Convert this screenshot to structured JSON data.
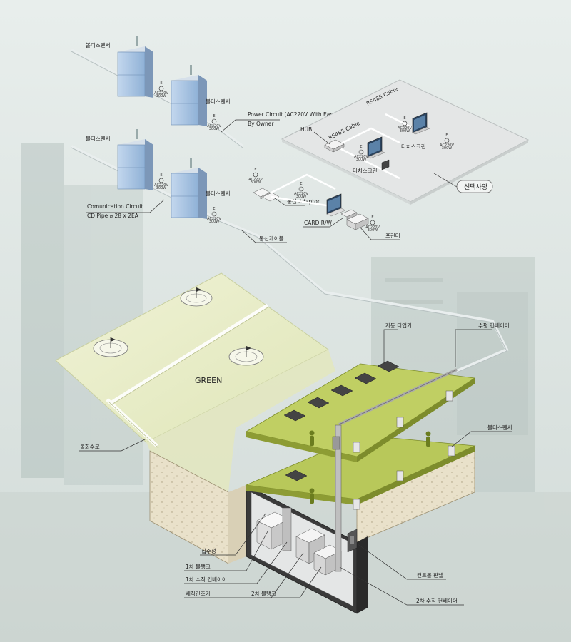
{
  "labels": {
    "dispenser": "볼디스펜서",
    "power_circuit_line1": "Power Circuit [AC220V With Earth]",
    "power_circuit_line2": "By Owner",
    "rs485_top": "RS485 Cable",
    "rs485_hub": "RS485 Cable",
    "hub": "HUB",
    "touch_screen": "터치스크린",
    "option": "선택사양",
    "comm_circuit_line1": "Comunication Circuit",
    "comm_circuit_line2": "CD Pipe ⌀ 28 x 2EA",
    "comm_adaptor": "통신 Adaptor",
    "card_rw": "CARD R/W",
    "comm_cable": "통신케이블",
    "printer": "프린터",
    "auto_teeup": "자동 티업기",
    "horizontal_conveyor": "수평 컨베이어",
    "green": "GREEN",
    "ball_return": "볼회수로",
    "collection_well": "집수정",
    "first_ball_tank": "1차 볼탱크",
    "first_vertical_conveyor": "1차 수직 컨베이어",
    "washer_dryer": "세척건조기",
    "second_ball_tank": "2차 볼탱크",
    "control_panel": "컨트롤 판넬",
    "second_vertical_conveyor": "2차 수직 컨베이어",
    "plug_e": "E",
    "plug_spec1": "AC220V",
    "plug_spec2": "300W"
  },
  "colors": {
    "background": "#dfe6e4",
    "dispenser_blue": "#a9c5e3",
    "floor_green": "#b8c85a",
    "putting_green": "#e6ebc4",
    "soil": "#e7dfc8"
  },
  "icons": [
    "plug-icon",
    "monitor-icon",
    "flag-icon",
    "person-icon"
  ]
}
